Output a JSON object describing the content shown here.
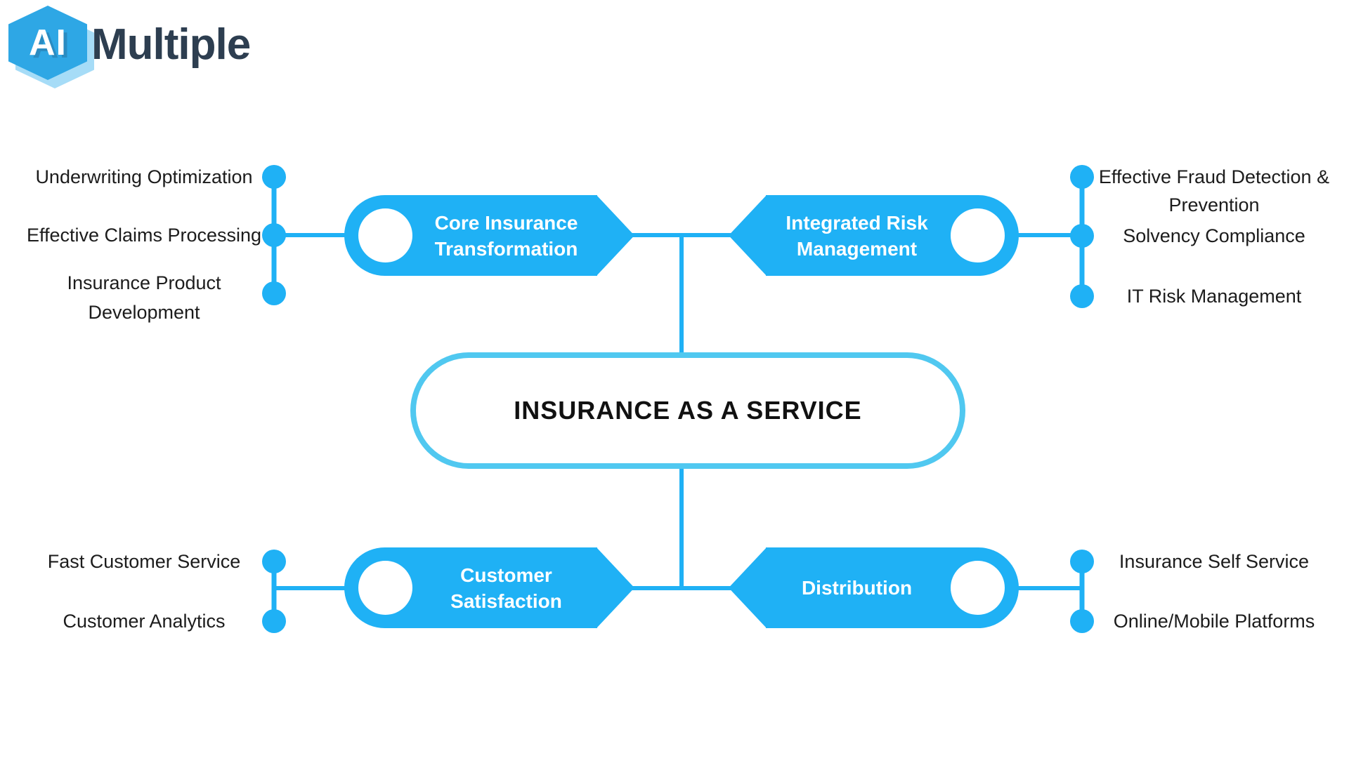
{
  "colors": {
    "accent_blue": "#1FB1F5",
    "node_border": "#50C8F0",
    "text_dark": "#1C1C1C",
    "brand_navy": "#2D3E50",
    "hex_blue": "#2EA7E5",
    "hex_shadow": "#A6DCF7"
  },
  "brand": {
    "icon_text": "AI",
    "name": "Multiple"
  },
  "center_node": {
    "label": "INSURANCE AS A SERVICE"
  },
  "branches": {
    "top_left": {
      "label": "Core Insurance\nTransformation",
      "items": [
        "Underwriting Optimization",
        "Effective Claims Processing",
        "Insurance Product\nDevelopment"
      ]
    },
    "top_right": {
      "label": "Integrated Risk\nManagement",
      "items": [
        "Effective Fraud Detection &\nPrevention",
        "Solvency Compliance",
        "IT Risk Management"
      ]
    },
    "bottom_left": {
      "label": "Customer\nSatisfaction",
      "items": [
        "Fast Customer Service",
        "Customer Analytics"
      ]
    },
    "bottom_right": {
      "label": "Distribution",
      "items": [
        "Insurance Self Service",
        "Online/Mobile Platforms"
      ]
    }
  }
}
